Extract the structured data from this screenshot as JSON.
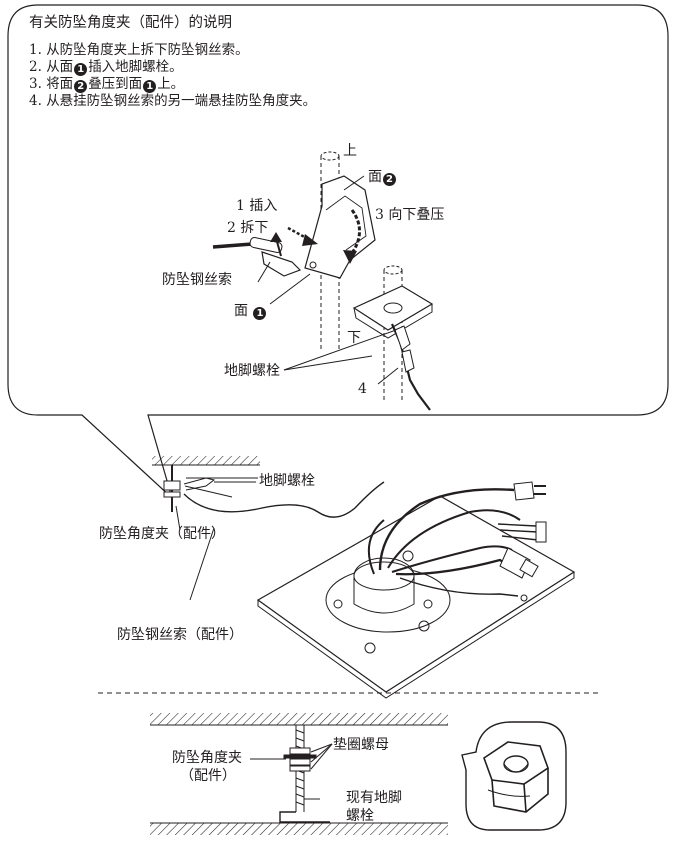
{
  "callout": {
    "title": "有关防坠角度夹（配件）的说明",
    "steps": [
      {
        "num": "1.",
        "pre": "从防坠角度夹上拆下防坠钢丝索。",
        "badge": "",
        "post": ""
      },
      {
        "num": "2.",
        "pre": "从面",
        "badge": "1",
        "post": "插入地脚螺栓。"
      },
      {
        "num": "3.",
        "pre": "将面",
        "badge": "2",
        "mid": "叠压到面",
        "badge2": "1",
        "post": "上。"
      },
      {
        "num": "4.",
        "pre": "从悬挂防坠钢丝索的另一端悬挂防坠角度夹。",
        "badge": "",
        "post": ""
      }
    ],
    "labels": {
      "up": "上",
      "face2_text": "面",
      "face2_badge": "2",
      "step1": "1 插入",
      "step2": "2 拆下",
      "step3": "3 向下叠压",
      "wire": "防坠钢丝索",
      "face1_text": "面",
      "face1_badge": "1",
      "down": "下",
      "anchor_bolt": "地脚螺栓",
      "step4": "4"
    }
  },
  "main_diagram": {
    "anchor_bolt": "地脚螺栓",
    "bracket": "防坠角度夹（配件）",
    "wire": "防坠钢丝索（配件）"
  },
  "detail_diagram": {
    "bracket_line1": "防坠角度夹",
    "bracket_line2": "（配件）",
    "washer_nut": "垫圈螺母",
    "bolt_line1": "现有地脚",
    "bolt_line2": "螺栓"
  },
  "icons": [
    "numbered-badge-icon",
    "hatched-ceiling-icon",
    "washer-nut-closeup-icon"
  ]
}
